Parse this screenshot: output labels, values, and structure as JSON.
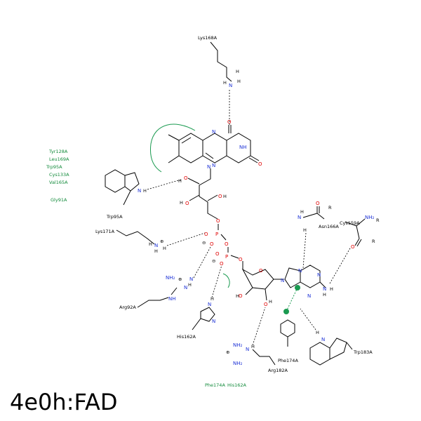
{
  "title": "4e0h:FAD",
  "residues": {
    "lys168": "Lys168A",
    "trp95": "Trp95A",
    "lys171": "Lys171A",
    "arg92": "Arg92A",
    "his162": "His162A",
    "arg182": "Arg182A",
    "phe174": "Phe174A",
    "trp183": "Trp183A",
    "cys159": "Cys159A",
    "asn166": "Asn166A"
  },
  "hydrophobic_left": [
    "Tyr128A",
    "Leu169A",
    "Trp95A",
    "Cys133A",
    "Val165A",
    "Gly91A"
  ],
  "hydrophobic_bottom": [
    "Phe174A",
    "His162A"
  ],
  "atoms": {
    "N": "N",
    "O": "O",
    "H": "H",
    "P": "P",
    "R": "R",
    "NH": "NH",
    "NH2": "NH₂",
    "plus": "⊕",
    "minus": "⊖"
  },
  "colors": {
    "hbond": "#000000",
    "hydrophobic": "#118a3a",
    "oxygen": "#e00000",
    "nitrogen": "#1a2fd6",
    "phosphorus": "#e07a00"
  }
}
